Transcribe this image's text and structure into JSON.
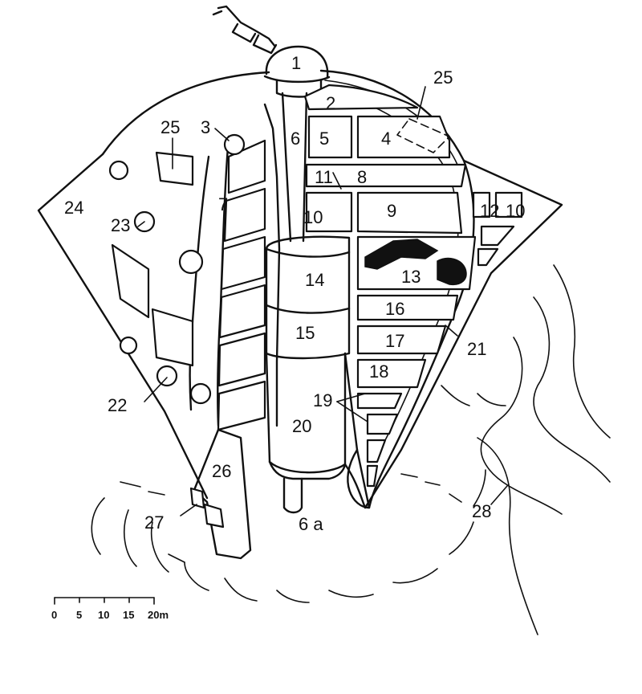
{
  "diagram": {
    "labels": [
      {
        "id": "1",
        "text": "1"
      },
      {
        "id": "2",
        "text": "2"
      },
      {
        "id": "3",
        "text": "3"
      },
      {
        "id": "4",
        "text": "4"
      },
      {
        "id": "5",
        "text": "5"
      },
      {
        "id": "6",
        "text": "6"
      },
      {
        "id": "6a",
        "text": "6 a"
      },
      {
        "id": "7",
        "text": "7"
      },
      {
        "id": "8",
        "text": "8"
      },
      {
        "id": "9",
        "text": "9"
      },
      {
        "id": "10",
        "text": "10"
      },
      {
        "id": "11",
        "text": "11"
      },
      {
        "id": "12",
        "text": "12"
      },
      {
        "id": "13",
        "text": "13"
      },
      {
        "id": "14",
        "text": "14"
      },
      {
        "id": "15",
        "text": "15"
      },
      {
        "id": "16",
        "text": "16"
      },
      {
        "id": "17",
        "text": "17"
      },
      {
        "id": "18",
        "text": "18"
      },
      {
        "id": "19",
        "text": "19"
      },
      {
        "id": "20",
        "text": "20"
      },
      {
        "id": "21",
        "text": "21"
      },
      {
        "id": "22",
        "text": "22"
      },
      {
        "id": "23",
        "text": "23"
      },
      {
        "id": "24",
        "text": "24"
      },
      {
        "id": "25a",
        "text": "25"
      },
      {
        "id": "25b",
        "text": "25"
      },
      {
        "id": "26",
        "text": "26"
      },
      {
        "id": "27",
        "text": "27"
      },
      {
        "id": "28",
        "text": "28"
      },
      {
        "id": "10b",
        "text": "10"
      }
    ],
    "scale_bar": {
      "ticks": [
        "0",
        "5",
        "10",
        "15",
        "20m"
      ]
    }
  }
}
